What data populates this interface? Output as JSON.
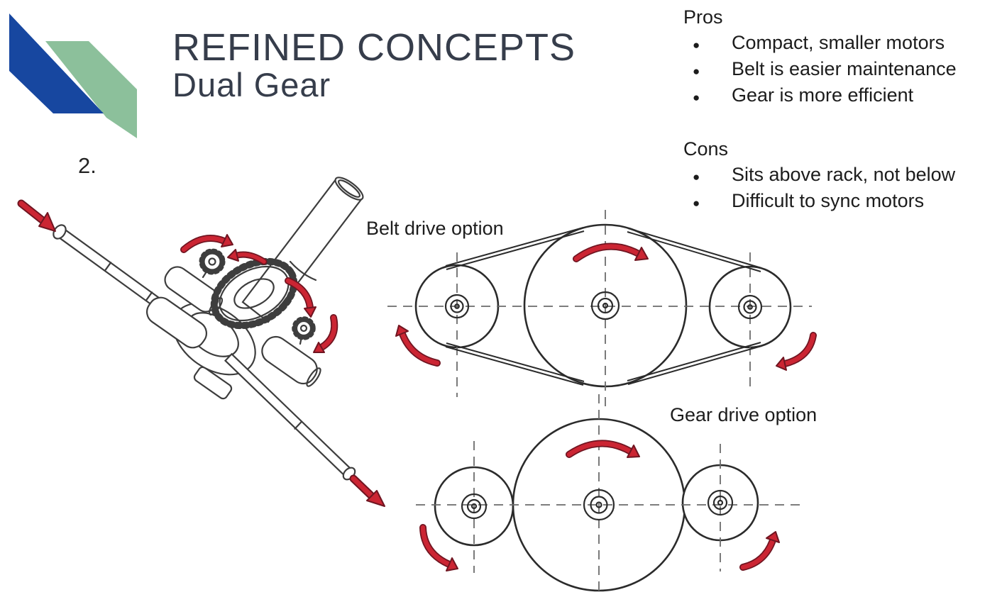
{
  "header": {
    "title": "REFINED CONCEPTS",
    "subtitle": "Dual Gear"
  },
  "pros": {
    "heading": "Pros",
    "items": [
      "Compact, smaller motors",
      "Belt is easier maintenance",
      "Gear is more efficient"
    ]
  },
  "cons": {
    "heading": "Cons",
    "items": [
      "Sits above rack, not below",
      "Difficult to sync motors"
    ]
  },
  "figure": {
    "number_label": "2."
  },
  "diagrams": {
    "belt_label": "Belt drive option",
    "gear_label": "Gear drive option"
  },
  "bullet_glyph": "●",
  "colors": {
    "logo_blue": "#1747a0",
    "logo_green": "#8cc09b",
    "arrow_red": "#cb2533",
    "arrow_red_outline": "#701521",
    "title_text": "#363d4b",
    "body_text": "#1c1c1c",
    "line_ink": "#3d3d3d",
    "centerline_gray": "#6b6b6b"
  }
}
